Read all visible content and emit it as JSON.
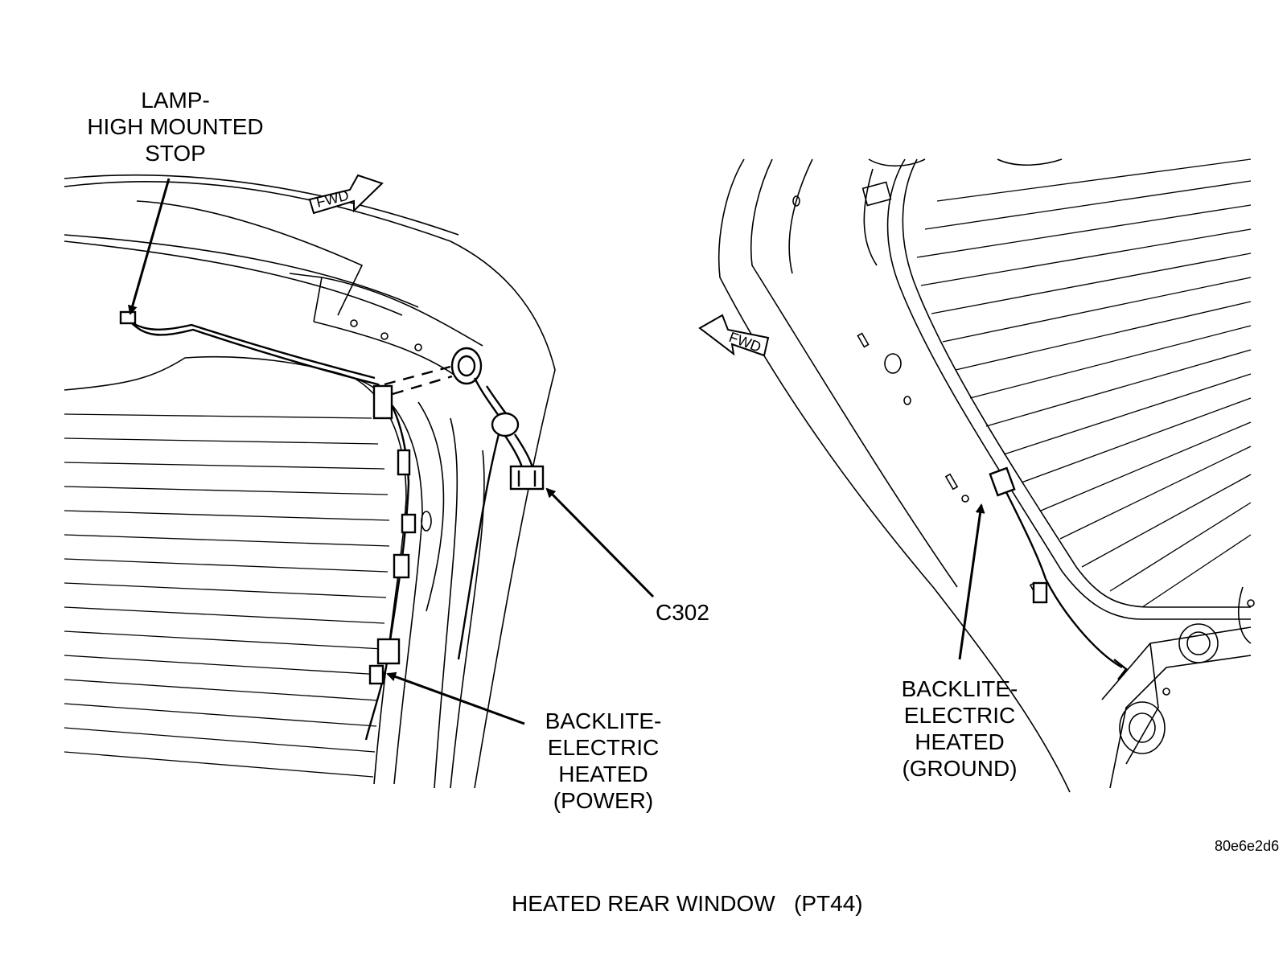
{
  "labels": {
    "lamp_line1": "LAMP-",
    "lamp_line2": "HIGH MOUNTED",
    "lamp_line3": "STOP",
    "connector": "C302",
    "power_line1": "BACKLITE-",
    "power_line2": "ELECTRIC",
    "power_line3": "HEATED",
    "power_line4": "(POWER)",
    "ground_line1": "BACKLITE-",
    "ground_line2": "ELECTRIC",
    "ground_line3": "HEATED",
    "ground_line4": "(GROUND)",
    "fwd_left": "FWD",
    "fwd_right": "FWD"
  },
  "reference_code": "80e6e2d6",
  "caption": "HEATED REAR WINDOW   (PT44)"
}
